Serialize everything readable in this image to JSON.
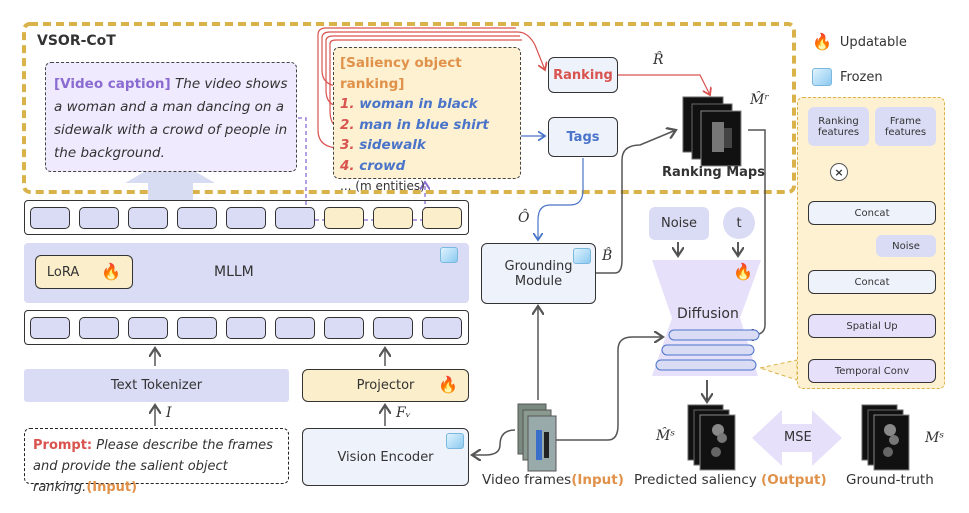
{
  "title": "VSOR-CoT",
  "legend": {
    "updatable": "Updatable",
    "frozen": "Frozen"
  },
  "caption": {
    "tag": "[Video caption]",
    "text": "The video shows a woman and a man dancing on a sidewalk with a crowd of people in the background."
  },
  "ranking": {
    "header": "[Saliency object ranking]",
    "items": [
      {
        "num": "1.",
        "label": "woman in black"
      },
      {
        "num": "2.",
        "label": "man in blue shirt"
      },
      {
        "num": "3.",
        "label": "sidewalk"
      },
      {
        "num": "4.",
        "label": "crowd"
      }
    ],
    "more": "... (m entities)"
  },
  "ranking_button": "Ranking",
  "tags_button": "Tags",
  "ranking_maps_label": "Ranking Maps",
  "symbols": {
    "r_hat": "R̂",
    "m_r": "M̂ʳ",
    "o_hat": "Ô",
    "b_hat": "B̂",
    "i": "I",
    "f_v": "Fᵥ",
    "m_s_hat": "M̂ˢ",
    "m_s": "Mˢ"
  },
  "mllm": {
    "label": "MLLM",
    "lora": "LoRA"
  },
  "text_tokenizer": "Text Tokenizer",
  "projector": "Projector",
  "prompt": {
    "label": "Prompt:",
    "text": "Please describe the frames and provide the salient object ranking.",
    "tag": "(Input)"
  },
  "vision_encoder": "Vision Encoder",
  "grounding_module": "Grounding Module",
  "noise": "Noise",
  "t": "t",
  "diffusion": "Diffusion",
  "video_frames": {
    "label": "Video frames",
    "tag": "(Input)"
  },
  "predicted": {
    "label": "Predicted saliency",
    "tag": "(Output)"
  },
  "mse": "MSE",
  "ground_truth": "Ground-truth",
  "detail_panel": {
    "ranking_features": "Ranking features",
    "frame_features": "Frame features",
    "concat1": "Concat",
    "noise": "Noise",
    "concat2": "Concat",
    "spatial_up": "Spatial Up",
    "temporal_conv": "Temporal Conv"
  },
  "colors": {
    "gold": "#d9b24a",
    "red": "#d9534f",
    "blue": "#4a74c9",
    "purple": "#8a6bd1",
    "orange": "#e0914a",
    "token_purple": "#d9dcf4",
    "token_yellow": "#fbeecb"
  }
}
